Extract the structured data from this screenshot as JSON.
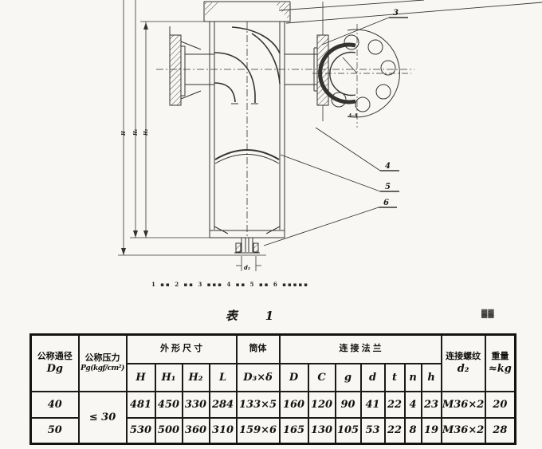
{
  "drawing": {
    "callouts": {
      "c3": "3",
      "c4": "4",
      "c5": "5",
      "c6": "6"
    },
    "section_label": "A-A",
    "dim_labels": {
      "h": "H",
      "h1": "H₁",
      "h2": "H₂",
      "drain": "d₂"
    },
    "caption": "1 ▪▪  2 ▪▪  3 ▪▪▪  4 ▪▪  5 ▪▪  6 ▪▪▪▪▪"
  },
  "corner_mark": "▓▓",
  "table": {
    "title": "表　1",
    "col1": {
      "top": "公称通径",
      "bottom": "Dg"
    },
    "col2": {
      "top": "公称压力",
      "bottom": "Pg(kgf/cm²)"
    },
    "dims_group": "外 形 尺 寸",
    "dims_sub": [
      "H",
      "H₁",
      "H₂",
      "L"
    ],
    "body_group": "筒体",
    "body_sub": "D₃×δ",
    "flange_group": "连  接  法  兰",
    "flange_sub": [
      "D",
      "C",
      "g",
      "d",
      "t",
      "n",
      "h"
    ],
    "thread": {
      "top": "连接螺纹",
      "bottom": "d₂"
    },
    "weight": {
      "top": "重量",
      "bottom": "≈kg"
    },
    "rows": [
      [
        "40",
        "≤ 30",
        "481",
        "450",
        "330",
        "284",
        "133×5",
        "160",
        "120",
        "90",
        "41",
        "22",
        "4",
        "23",
        "M36×2",
        "20"
      ],
      [
        "50",
        "",
        "530",
        "500",
        "360",
        "310",
        "159×6",
        "165",
        "130",
        "105",
        "53",
        "22",
        "8",
        "19",
        "M36×2",
        "28"
      ]
    ]
  }
}
